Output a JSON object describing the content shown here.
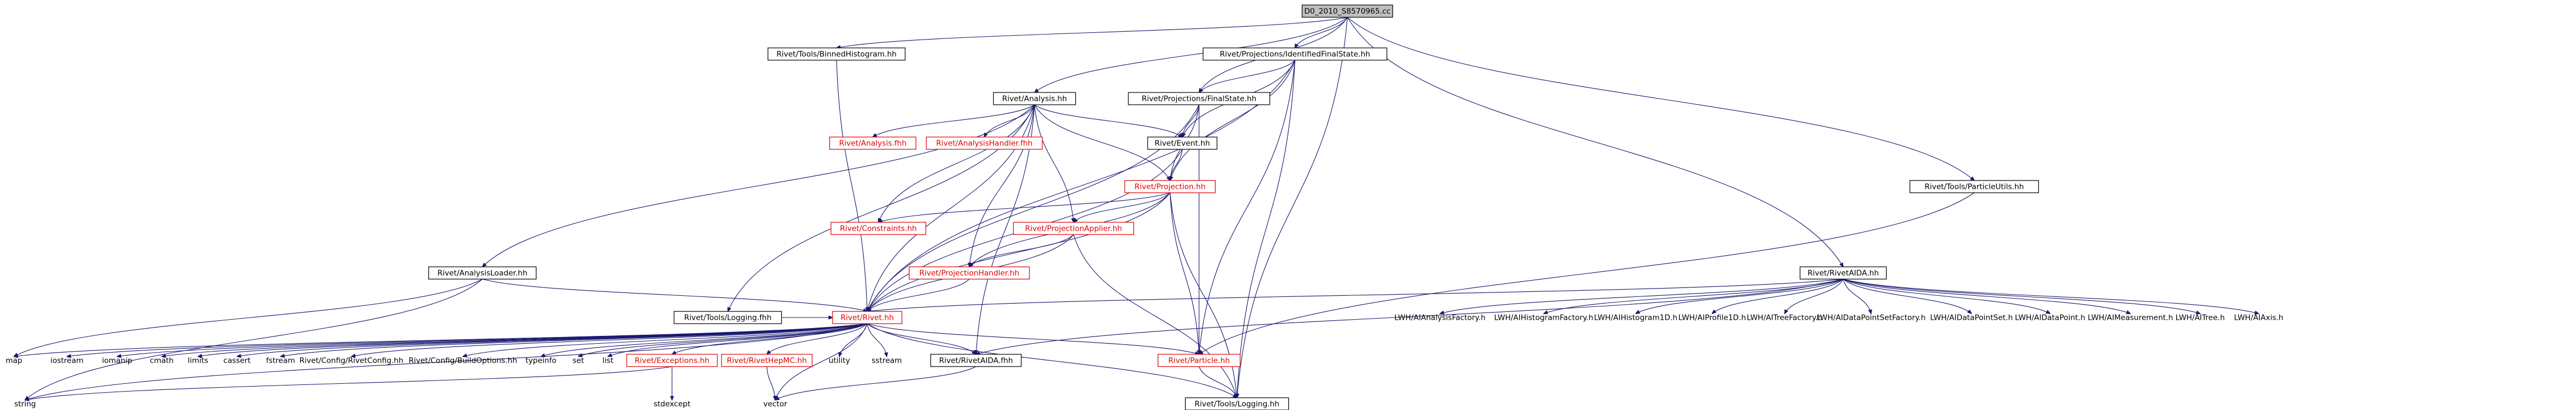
{
  "nodes": {
    "root": "D0_2010_S8570965.cc",
    "binned_histogram": "Rivet/Tools/BinnedHistogram.hh",
    "identified_fs": "Rivet/Projections/IdentifiedFinalState.hh",
    "analysis": "Rivet/Analysis.hh",
    "final_state": "Rivet/Projections/FinalState.hh",
    "particle_utils": "Rivet/Tools/ParticleUtils.hh",
    "analysis_fhh": "Rivet/Analysis.fhh",
    "analysis_handler_fhh": "Rivet/AnalysisHandler.fhh",
    "event": "Rivet/Event.hh",
    "projection": "Rivet/Projection.hh",
    "constraints": "Rivet/Constraints.hh",
    "projection_applier": "Rivet/ProjectionApplier.hh",
    "projection_handler": "Rivet/ProjectionHandler.hh",
    "analysis_loader": "Rivet/AnalysisLoader.hh",
    "rivet_aida_hh": "Rivet/RivetAIDA.hh",
    "logging_fhh": "Rivet/Tools/Logging.fhh",
    "rivet": "Rivet/Rivet.hh",
    "map": "map",
    "iostream": "iostream",
    "iomanip": "iomanip",
    "cmath": "cmath",
    "limits": "limits",
    "cassert": "cassert",
    "fstream": "fstream",
    "rivet_config": "Rivet/Config/RivetConfig.hh",
    "build_options": "Rivet/Config/BuildOptions.hh",
    "typeinfo": "typeinfo",
    "set": "set",
    "list": "list",
    "exceptions": "Rivet/Exceptions.hh",
    "rivet_hepmc": "Rivet/RivetHepMC.hh",
    "utility": "utility",
    "sstream": "sstream",
    "rivet_aida_fhh": "Rivet/RivetAIDA.fhh",
    "particle": "Rivet/Particle.hh",
    "string": "string",
    "stdexcept": "stdexcept",
    "vector": "vector",
    "logging_hh": "Rivet/Tools/Logging.hh",
    "aida_analysis_factory": "LWH/AIAnalysisFactory.h",
    "aida_histogram_factory": "LWH/AIHistogramFactory.h",
    "aida_histogram1d": "LWH/AIHistogram1D.h",
    "aida_profile1d": "LWH/AIProfile1D.h",
    "aida_tree_factory": "LWH/AITreeFactory.h",
    "aida_dps_factory": "LWH/AIDataPointSetFactory.h",
    "aida_dps": "LWH/AIDataPointSet.h",
    "aida_dp": "LWH/AIDataPoint.h",
    "aida_measurement": "LWH/AIMeasurement.h",
    "aida_tree": "LWH/AITree.h",
    "aida_axis": "LWH/AIAxis.h"
  }
}
